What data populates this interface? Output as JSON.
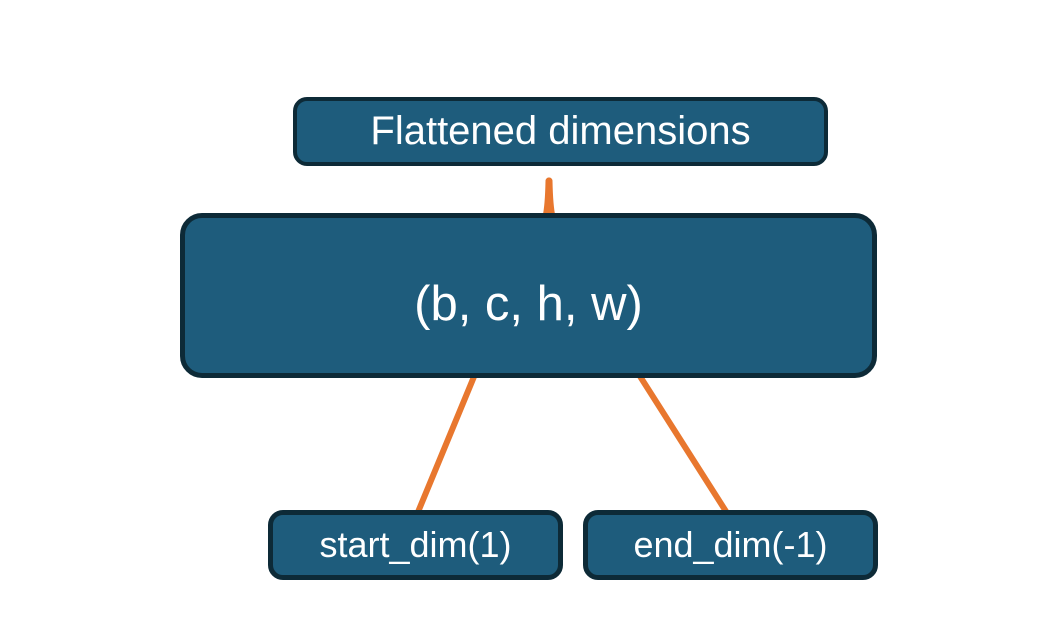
{
  "colors": {
    "background": "#ffffff",
    "node_fill": "#1e5c7c",
    "node_border": "#0d2a37",
    "connector_orange": "#e8772e",
    "text": "#ffffff"
  },
  "nodes": {
    "flattened": {
      "label": "Flattened dimensions"
    },
    "tensor": {
      "label": "(b, c, h, w)"
    },
    "start_dim": {
      "label": "start_dim(1)"
    },
    "end_dim": {
      "label": "end_dim(-1)"
    }
  }
}
